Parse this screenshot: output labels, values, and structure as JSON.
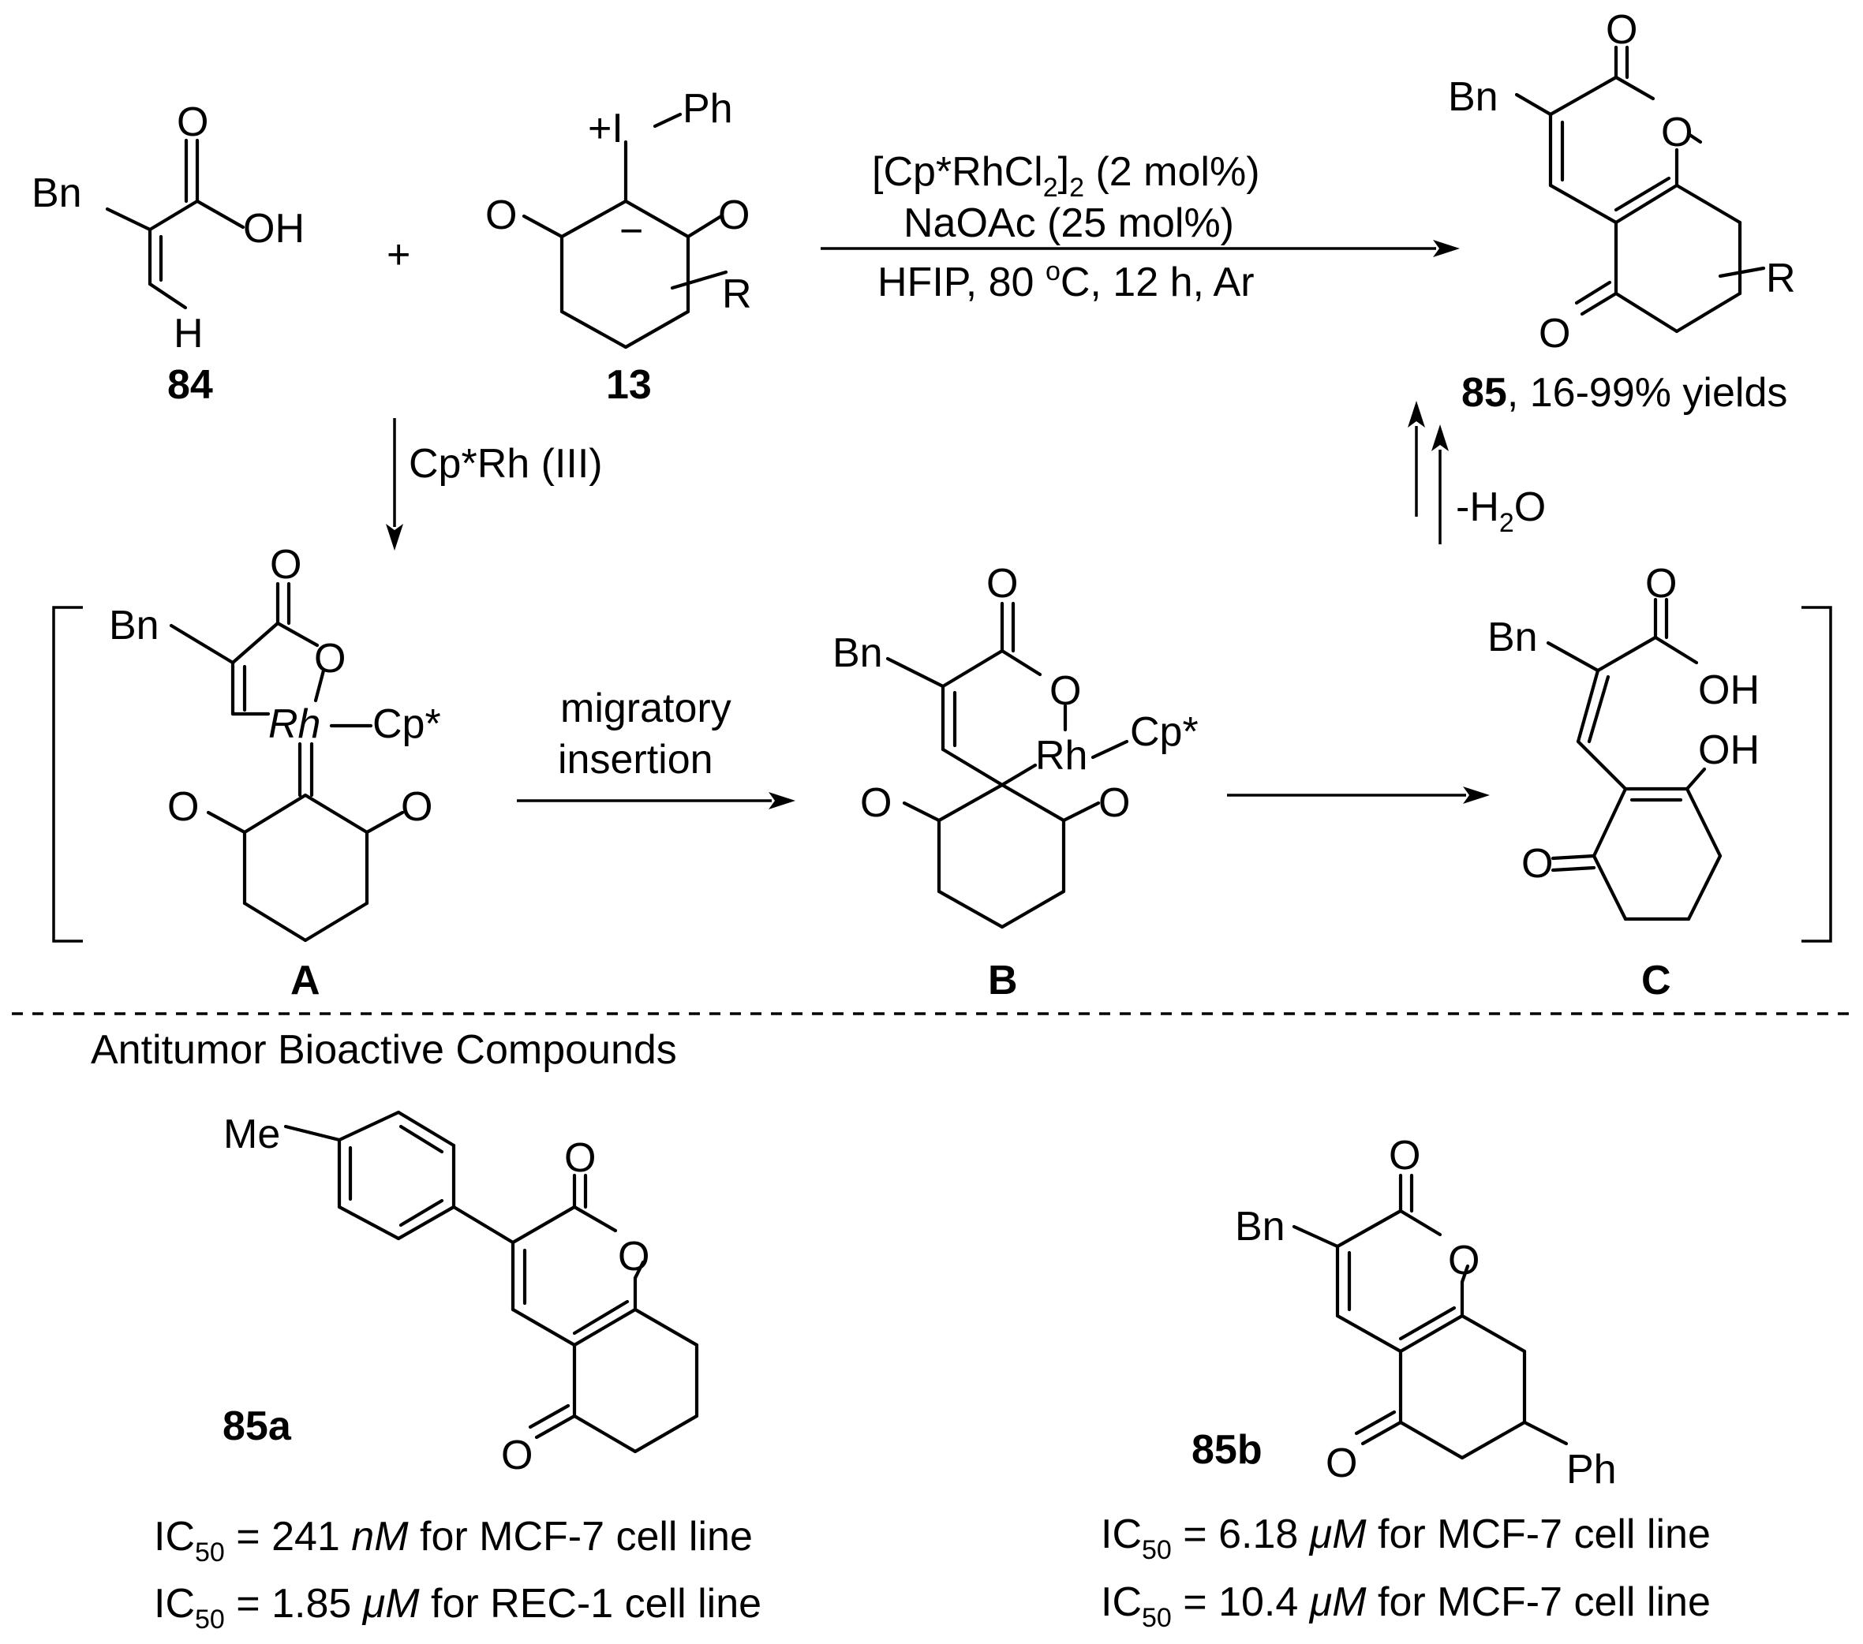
{
  "plus": "+",
  "compounds": {
    "c84": {
      "id": "84",
      "bn": "Bn",
      "o": "O",
      "oh": "OH",
      "h": "H"
    },
    "c13": {
      "id": "13",
      "ph": "Ph",
      "iplus": "+I",
      "minus": "−",
      "o1": "O",
      "o2": "O",
      "r": "R"
    },
    "c85": {
      "id": "85",
      "yield": ", 16-99% yields",
      "bn": "Bn",
      "o1": "O",
      "o2": "O",
      "o3": "O",
      "r": "R"
    },
    "intA": {
      "id": "A",
      "bn": "Bn",
      "o1": "O",
      "o2": "O",
      "rh": "Rh",
      "cp": "Cp*",
      "o3": "O",
      "o4": "O"
    },
    "intB": {
      "id": "B",
      "bn": "Bn",
      "o1": "O",
      "o2": "O",
      "rh": "Rh",
      "cp": "Cp*",
      "o3": "O",
      "o4": "O"
    },
    "intC": {
      "id": "C",
      "bn": "Bn",
      "o1": "O",
      "oh1": "OH",
      "oh2": "OH",
      "o2": "O"
    },
    "c85a": {
      "id": "85a",
      "me": "Me",
      "o1": "O",
      "o2": "O",
      "o3": "O",
      "ic_main": "IC",
      "ic_sub": "50",
      "line1_pre": " = 241 ",
      "line1_unit": "nM",
      "line1_post": " for MCF-7 cell line",
      "line2_pre": " = 1.85 ",
      "line2_unit": "μM",
      "line2_post": " for REC-1 cell line"
    },
    "c85b": {
      "id": "85b",
      "bn": "Bn",
      "ph": "Ph",
      "o1": "O",
      "o2": "O",
      "o3": "O",
      "ic_main": "IC",
      "ic_sub": "50",
      "line1_pre": " = 6.18 ",
      "line1_unit": "μM",
      "line1_post": "  for MCF-7 cell line",
      "line2_pre": " = 10.4 ",
      "line2_unit": "μM",
      "line2_post": " for MCF-7 cell line"
    }
  },
  "conditions": {
    "line1_a": "[Cp*RhCl",
    "line1_sub1": "2",
    "line1_b": "]",
    "line1_sub2": "2",
    "line1_c": " (2 mol%)",
    "line2": "NaOAc (25 mol%)",
    "line3_a": "HFIP,  80 ",
    "line3_sup": "o",
    "line3_b": "C, 12 h, Ar"
  },
  "steps": {
    "cp_rh": "Cp*Rh (III)",
    "migratory1": "migratory",
    "migratory2": "insertion",
    "water_a": "-H",
    "water_sub": "2",
    "water_b": "O"
  },
  "section_title": "Antitumor Bioactive Compounds"
}
